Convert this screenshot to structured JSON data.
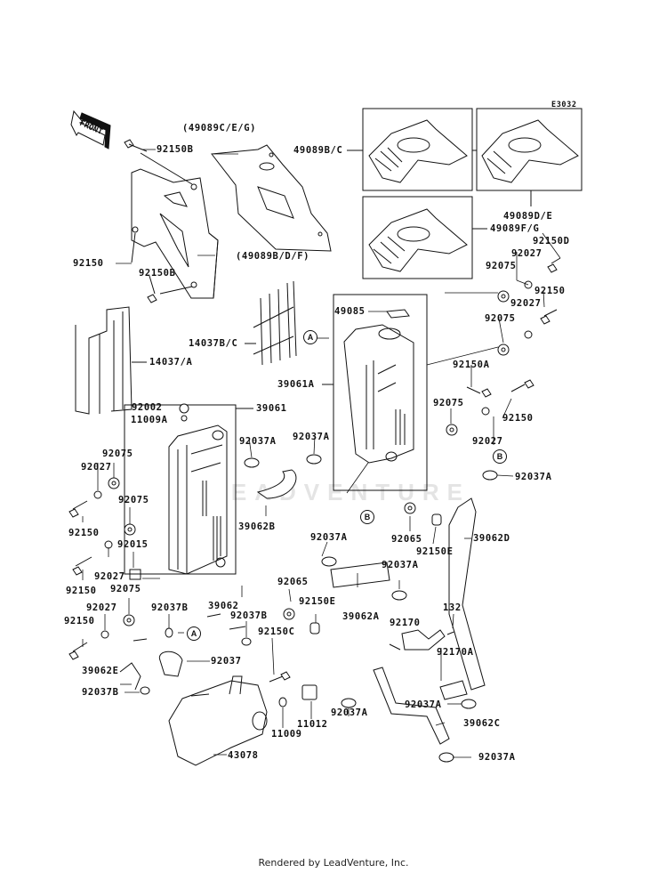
{
  "diagram": {
    "code": "E3032",
    "front_arrow": "FRONT",
    "watermark": "LEADVENTURE",
    "callouts": {
      "a": "A",
      "b": "B"
    },
    "labels": {
      "p49089ceg": "(49089C/E/G)",
      "p92150b_top": "92150B",
      "p49089bc": "49089B/C",
      "p49089de": "49089D/E",
      "p49089fg": "49089F/G",
      "p92150_l1": "92150",
      "p92150b_mid": "92150B",
      "p49089bdf": "(49089B/D/F)",
      "p92150d": "92150D",
      "p92027_r1": "92027",
      "p92075_r1": "92075",
      "p92150_r1": "92150",
      "p92027_r2": "92027",
      "p49085": "49085",
      "p14037bc": "14037B/C",
      "p92075_r2": "92075",
      "p14037a": "14037/A",
      "p92150a": "92150A",
      "p39061a": "39061A",
      "p92002": "92002",
      "p39061": "39061",
      "p11009a": "11009A",
      "p92075_r3": "92075",
      "p92150_r2": "92150",
      "p92037a_1": "92037A",
      "p92037a_2": "92037A",
      "p92027_r3": "92027",
      "p92075_l1": "92075",
      "p92027_l1": "92027",
      "p92037a_b": "92037A",
      "p92075_l2": "92075",
      "p39062b": "39062B",
      "p92150_l2": "92150",
      "p92037a_3": "92037A",
      "p92065_r": "92065",
      "p39062d": "39062D",
      "p92015": "92015",
      "p92150e_r": "92150E",
      "p92027_l2": "92027",
      "p92150_l3": "92150",
      "p92037a_4": "92037A",
      "p92075_l3": "92075",
      "p92065_m": "92065",
      "p39062": "39062",
      "p92150e_m": "92150E",
      "p39062a": "39062A",
      "p92027_l3": "92027",
      "p92037b_1": "92037B",
      "p92037b_2": "92037B",
      "p92170": "92170",
      "p132": "132",
      "p92150_l4": "92150",
      "p92150c": "92150C",
      "p92170a": "92170A",
      "p92037": "92037",
      "p39062e": "39062E",
      "p92037b_3": "92037B",
      "p92037a_5": "92037A",
      "p92037a_6": "92037A",
      "p11012": "11012",
      "p39062c": "39062C",
      "p11009": "11009",
      "p43078": "43078",
      "p92037a_7": "92037A"
    }
  },
  "footer": "Rendered by LeadVenture, Inc."
}
